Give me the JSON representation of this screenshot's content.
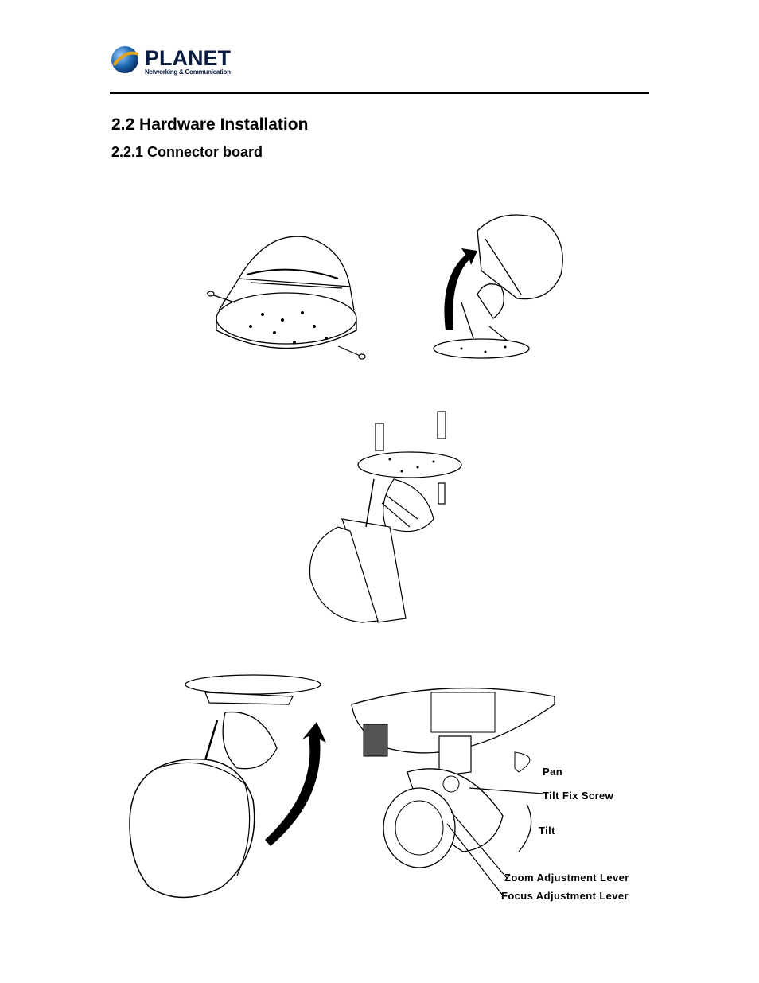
{
  "header": {
    "brand_name": "PLANET",
    "brand_tagline": "Networking & Communication"
  },
  "section_title": "2.2 Hardware Installation",
  "subsection_title": "2.2.1 Connector board",
  "figure_labels": {
    "pan": "Pan",
    "tilt_fix_screw": "Tilt Fix Screw",
    "tilt": "Tilt",
    "zoom_lever": "Zoom Adjustment Lever",
    "focus_lever": "Focus Adjustment Lever"
  },
  "colors": {
    "text": "#000000",
    "logo_globe": "#1b66b0",
    "logo_accent": "#e0a020"
  }
}
